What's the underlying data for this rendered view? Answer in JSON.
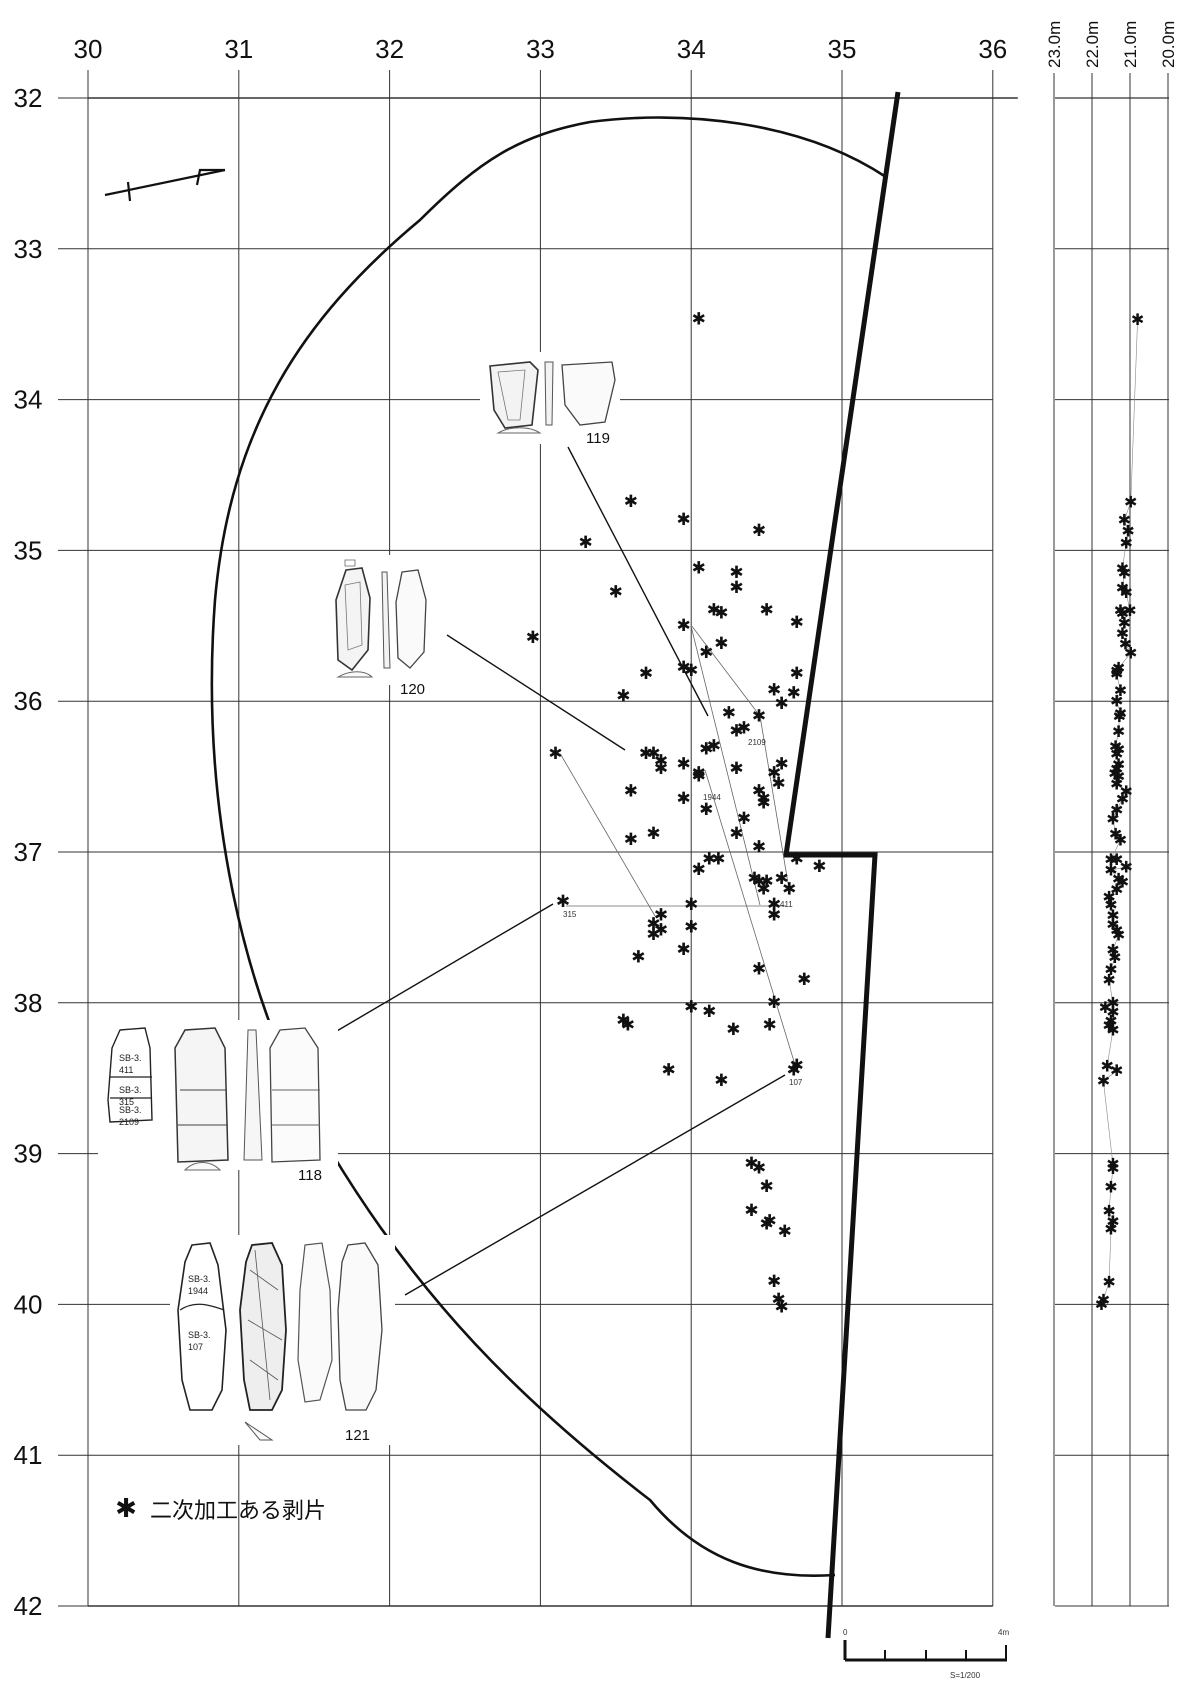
{
  "x_ticks": [
    "30",
    "31",
    "32",
    "33",
    "34",
    "35",
    "36"
  ],
  "y_ticks": [
    "32",
    "33",
    "34",
    "35",
    "36",
    "37",
    "38",
    "39",
    "40",
    "41",
    "42"
  ],
  "elevation_ticks": [
    "23.0m",
    "22.0m",
    "21.0m",
    "20.0m"
  ],
  "legend": {
    "symbol": "✱",
    "label": "二次加工ある剥片"
  },
  "scale_bar": {
    "start": "0",
    "end": "4m",
    "ratio": "S=1/200"
  },
  "artifacts": [
    {
      "id": "119"
    },
    {
      "id": "120"
    },
    {
      "id": "118",
      "parts": [
        "SB-3.\n411",
        "SB-3.\n315",
        "SB-3.\n2109"
      ]
    },
    {
      "id": "121",
      "parts": [
        "SB-3.\n1944",
        "SB-3.\n107"
      ]
    }
  ],
  "refit_labels": [
    "2109",
    "1944",
    "411",
    "315",
    "107"
  ],
  "points_plan": [
    [
      34.05,
      33.47
    ],
    [
      33.6,
      34.68
    ],
    [
      33.95,
      34.8
    ],
    [
      34.45,
      34.87
    ],
    [
      33.3,
      34.95
    ],
    [
      34.05,
      35.12
    ],
    [
      34.3,
      35.15
    ],
    [
      33.5,
      35.28
    ],
    [
      34.3,
      35.25
    ],
    [
      32.95,
      35.58
    ],
    [
      34.15,
      35.4
    ],
    [
      34.2,
      35.42
    ],
    [
      34.5,
      35.4
    ],
    [
      34.7,
      35.48
    ],
    [
      33.95,
      35.5
    ],
    [
      34.2,
      35.62
    ],
    [
      34.1,
      35.68
    ],
    [
      33.7,
      35.82
    ],
    [
      33.95,
      35.78
    ],
    [
      34.0,
      35.8
    ],
    [
      34.7,
      35.82
    ],
    [
      33.55,
      35.97
    ],
    [
      34.55,
      35.93
    ],
    [
      34.6,
      36.02
    ],
    [
      34.68,
      35.95
    ],
    [
      34.25,
      36.08
    ],
    [
      34.45,
      36.1
    ],
    [
      34.3,
      36.2
    ],
    [
      34.35,
      36.18
    ],
    [
      33.1,
      36.35
    ],
    [
      33.7,
      36.35
    ],
    [
      33.75,
      36.35
    ],
    [
      34.1,
      36.32
    ],
    [
      34.15,
      36.3
    ],
    [
      33.8,
      36.4
    ],
    [
      33.95,
      36.42
    ],
    [
      33.8,
      36.45
    ],
    [
      34.05,
      36.5
    ],
    [
      34.05,
      36.48
    ],
    [
      34.3,
      36.45
    ],
    [
      34.55,
      36.48
    ],
    [
      34.6,
      36.42
    ],
    [
      33.6,
      36.6
    ],
    [
      33.95,
      36.65
    ],
    [
      34.45,
      36.6
    ],
    [
      34.48,
      36.65
    ],
    [
      34.48,
      36.68
    ],
    [
      34.58,
      36.55
    ],
    [
      34.1,
      36.72
    ],
    [
      34.35,
      36.78
    ],
    [
      33.75,
      36.88
    ],
    [
      33.6,
      36.92
    ],
    [
      34.3,
      36.88
    ],
    [
      34.45,
      36.97
    ],
    [
      34.12,
      37.05
    ],
    [
      34.18,
      37.05
    ],
    [
      34.05,
      37.12
    ],
    [
      34.7,
      37.05
    ],
    [
      34.85,
      37.1
    ],
    [
      34.42,
      37.18
    ],
    [
      34.45,
      37.2
    ],
    [
      34.5,
      37.2
    ],
    [
      34.48,
      37.25
    ],
    [
      34.6,
      37.18
    ],
    [
      34.65,
      37.25
    ],
    [
      34.0,
      37.35
    ],
    [
      34.55,
      37.35
    ],
    [
      33.15,
      37.33
    ],
    [
      33.75,
      37.48
    ],
    [
      33.8,
      37.42
    ],
    [
      33.8,
      37.52
    ],
    [
      34.0,
      37.5
    ],
    [
      33.75,
      37.55
    ],
    [
      34.55,
      37.42
    ],
    [
      33.95,
      37.65
    ],
    [
      33.65,
      37.7
    ],
    [
      34.45,
      37.78
    ],
    [
      34.75,
      37.85
    ],
    [
      34.55,
      38.0
    ],
    [
      34.0,
      38.03
    ],
    [
      34.12,
      38.06
    ],
    [
      33.55,
      38.12
    ],
    [
      33.58,
      38.15
    ],
    [
      34.28,
      38.18
    ],
    [
      34.52,
      38.15
    ],
    [
      34.7,
      38.42
    ],
    [
      34.68,
      38.45
    ],
    [
      33.85,
      38.45
    ],
    [
      34.2,
      38.52
    ],
    [
      34.4,
      39.07
    ],
    [
      34.45,
      39.1
    ],
    [
      34.5,
      39.22
    ],
    [
      34.4,
      39.38
    ],
    [
      34.52,
      39.45
    ],
    [
      34.5,
      39.47
    ],
    [
      34.62,
      39.52
    ],
    [
      34.55,
      39.85
    ],
    [
      34.58,
      39.97
    ],
    [
      34.6,
      40.02
    ]
  ],
  "points_elev": [
    [
      20.8,
      33.47
    ],
    [
      20.98,
      34.68
    ],
    [
      21.15,
      34.8
    ],
    [
      21.05,
      34.87
    ],
    [
      21.1,
      34.95
    ],
    [
      21.2,
      35.12
    ],
    [
      21.15,
      35.15
    ],
    [
      21.1,
      35.28
    ],
    [
      21.2,
      35.25
    ],
    [
      21.2,
      35.42
    ],
    [
      21.0,
      35.4
    ],
    [
      21.25,
      35.4
    ],
    [
      21.15,
      35.48
    ],
    [
      21.2,
      35.55
    ],
    [
      21.12,
      35.62
    ],
    [
      20.98,
      35.68
    ],
    [
      21.35,
      35.8
    ],
    [
      21.3,
      35.78
    ],
    [
      21.35,
      35.82
    ],
    [
      21.25,
      35.93
    ],
    [
      21.35,
      36.0
    ],
    [
      21.25,
      36.08
    ],
    [
      21.28,
      36.1
    ],
    [
      21.3,
      36.2
    ],
    [
      21.38,
      36.3
    ],
    [
      21.3,
      36.32
    ],
    [
      21.35,
      36.35
    ],
    [
      21.3,
      36.42
    ],
    [
      21.35,
      36.45
    ],
    [
      21.4,
      36.48
    ],
    [
      21.3,
      36.5
    ],
    [
      21.35,
      36.55
    ],
    [
      21.1,
      36.6
    ],
    [
      21.2,
      36.65
    ],
    [
      21.35,
      36.72
    ],
    [
      21.45,
      36.78
    ],
    [
      21.38,
      36.88
    ],
    [
      21.25,
      36.92
    ],
    [
      21.5,
      37.05
    ],
    [
      21.35,
      37.05
    ],
    [
      21.5,
      37.12
    ],
    [
      21.1,
      37.1
    ],
    [
      21.3,
      37.18
    ],
    [
      21.2,
      37.2
    ],
    [
      21.35,
      37.25
    ],
    [
      21.55,
      37.3
    ],
    [
      21.5,
      37.35
    ],
    [
      21.45,
      37.42
    ],
    [
      21.45,
      37.48
    ],
    [
      21.35,
      37.52
    ],
    [
      21.3,
      37.55
    ],
    [
      21.45,
      37.65
    ],
    [
      21.4,
      37.7
    ],
    [
      21.5,
      37.78
    ],
    [
      21.55,
      37.85
    ],
    [
      21.45,
      38.0
    ],
    [
      21.65,
      38.03
    ],
    [
      21.45,
      38.06
    ],
    [
      21.5,
      38.12
    ],
    [
      21.55,
      38.15
    ],
    [
      21.45,
      38.18
    ],
    [
      21.6,
      38.42
    ],
    [
      21.35,
      38.45
    ],
    [
      21.7,
      38.52
    ],
    [
      21.45,
      39.07
    ],
    [
      21.45,
      39.1
    ],
    [
      21.5,
      39.22
    ],
    [
      21.55,
      39.38
    ],
    [
      21.45,
      39.45
    ],
    [
      21.5,
      39.5
    ],
    [
      21.55,
      39.85
    ],
    [
      21.7,
      39.97
    ],
    [
      21.75,
      40.0
    ]
  ]
}
